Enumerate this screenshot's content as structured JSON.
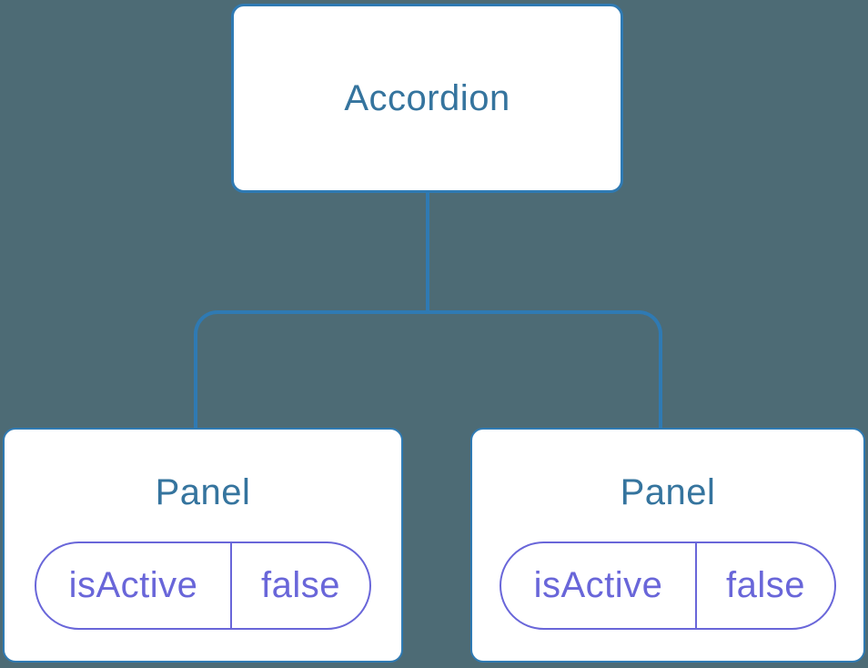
{
  "colors": {
    "bg": "#4D6B75",
    "line": "#2F7AB3",
    "node_fill": "#FFFFFF",
    "node_text": "#35749E",
    "pill": "#6966D9"
  },
  "tree": {
    "root": {
      "label": "Accordion"
    },
    "children": [
      {
        "label": "Panel",
        "state": {
          "key": "isActive",
          "value": "false"
        }
      },
      {
        "label": "Panel",
        "state": {
          "key": "isActive",
          "value": "false"
        }
      }
    ]
  }
}
